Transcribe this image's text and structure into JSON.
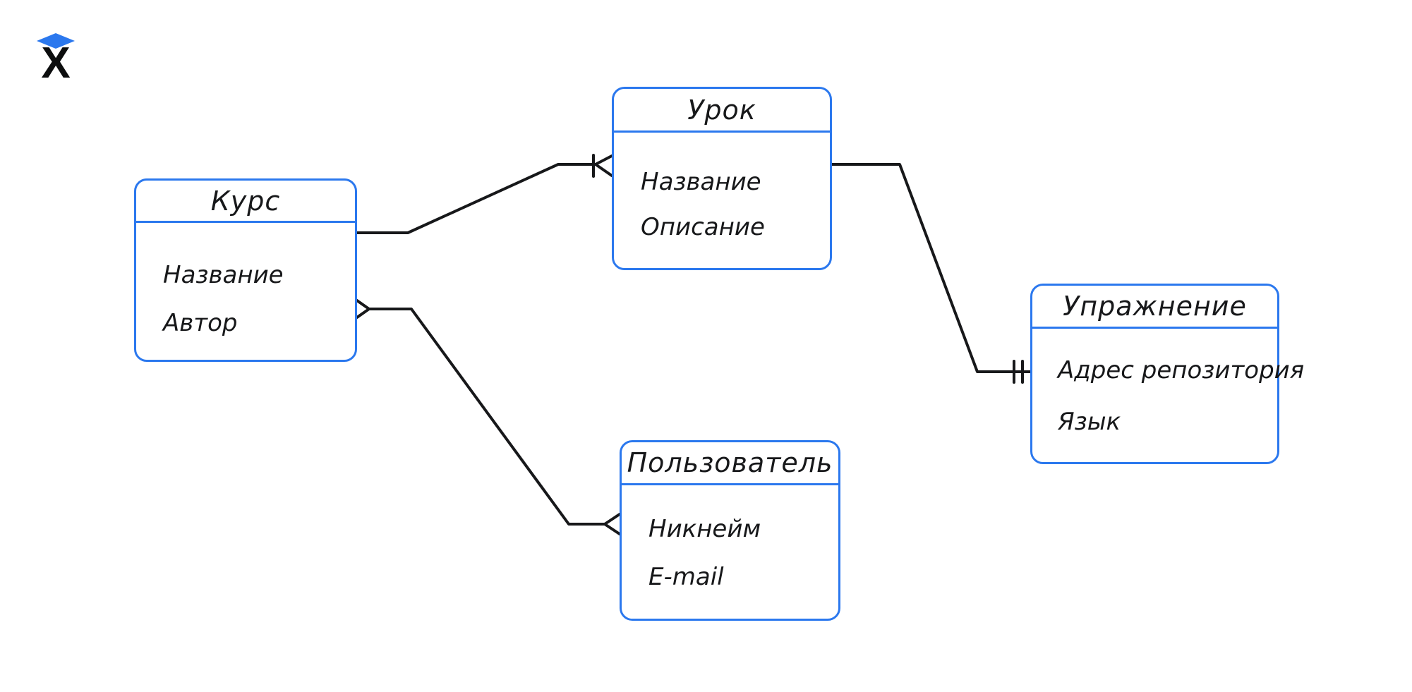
{
  "logo": {
    "letter": "X",
    "diamond_color": "#2b78ee",
    "letter_color": "#0c0d0e"
  },
  "colors": {
    "background": "#ffffff",
    "entity_border": "#2b78ee",
    "connector": "#17181a",
    "text": "#17181a"
  },
  "diagram": {
    "type": "er-diagram",
    "entities": [
      {
        "id": "kurs",
        "title": "Курс",
        "fields": [
          "Название",
          "Автор"
        ]
      },
      {
        "id": "urok",
        "title": "Урок",
        "fields": [
          "Название",
          "Описание"
        ]
      },
      {
        "id": "polzovatel",
        "title": "Пользователь",
        "fields": [
          "Никнейм",
          "E-mail"
        ]
      },
      {
        "id": "uprazhnenie",
        "title": "Упражнение",
        "fields": [
          "Адрес репозитория",
          "Язык"
        ]
      }
    ],
    "relationships": [
      {
        "from": "Курс",
        "to": "Урок",
        "from_cardinality": "none",
        "to_cardinality": "one-or-many"
      },
      {
        "from": "Курс",
        "to": "Пользователь",
        "from_cardinality": "many",
        "to_cardinality": "many"
      },
      {
        "from": "Урок",
        "to": "Упражнение",
        "from_cardinality": "none",
        "to_cardinality": "exactly-one"
      }
    ]
  }
}
